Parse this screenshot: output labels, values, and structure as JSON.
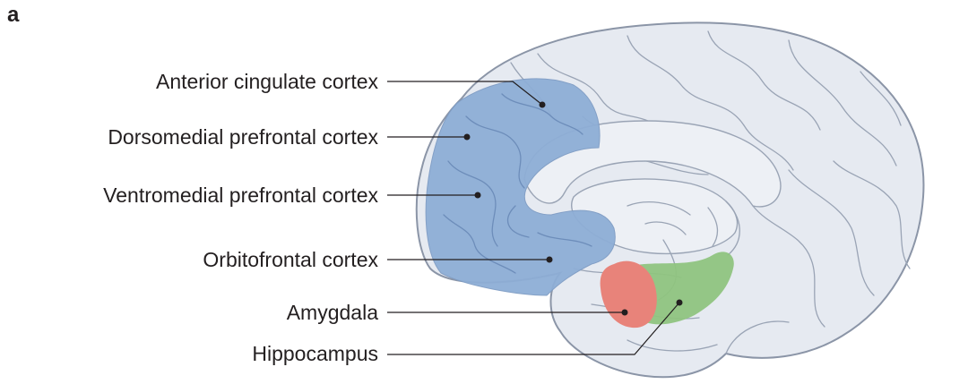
{
  "figure": {
    "panel_letter": "a",
    "labels": [
      {
        "id": "anterior-cingulate-cortex",
        "text": "Anterior cingulate cortex",
        "color": "#8eaed6"
      },
      {
        "id": "dorsomedial-prefrontal-cortex",
        "text": "Dorsomedial prefrontal cortex",
        "color": "#8eaed6"
      },
      {
        "id": "ventromedial-prefrontal-cortex",
        "text": "Ventromedial prefrontal cortex",
        "color": "#8eaed6"
      },
      {
        "id": "orbitofrontal-cortex",
        "text": "Orbitofrontal cortex",
        "color": "#8eaed6"
      },
      {
        "id": "amygdala",
        "text": "Amygdala",
        "color": "#e8837a"
      },
      {
        "id": "hippocampus",
        "text": "Hippocampus",
        "color": "#8fc47f"
      }
    ]
  }
}
